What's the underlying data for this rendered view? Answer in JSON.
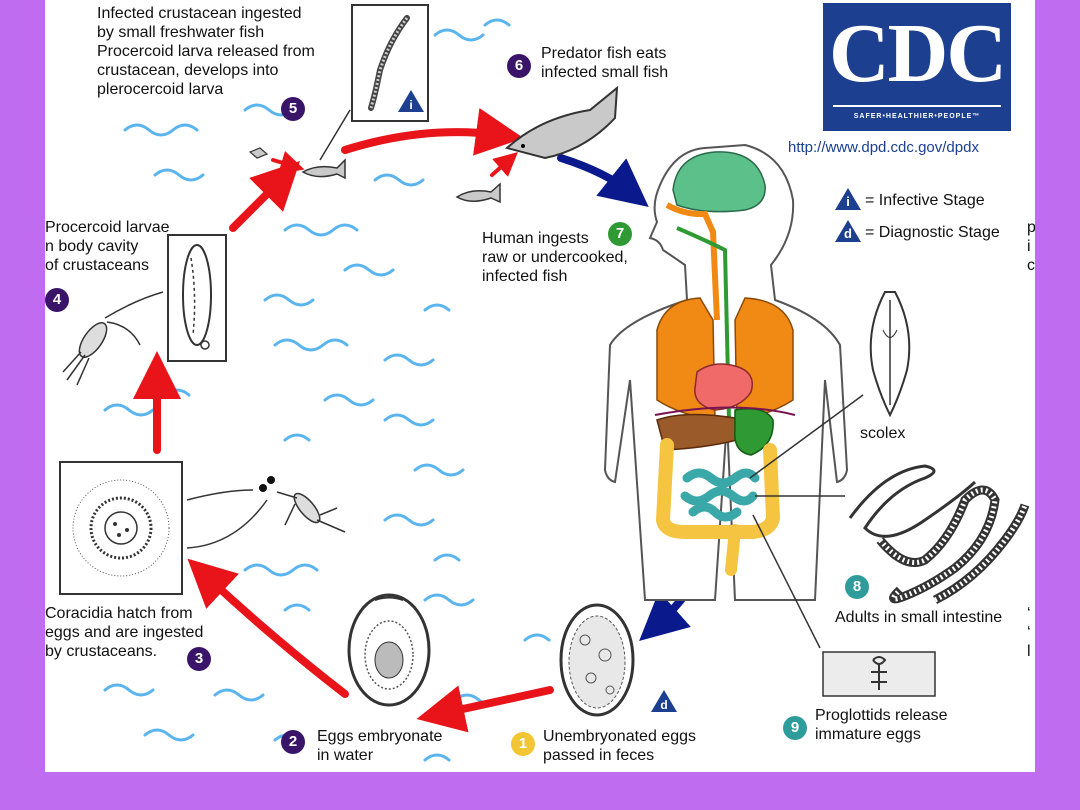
{
  "logo": {
    "wordmark": "CDC",
    "tagline": "SAFER•HEALTHIER•PEOPLE™",
    "url": "http://www.dpd.cdc.gov/dpdx"
  },
  "legend": {
    "infective": {
      "letter": "i",
      "label": "= Infective Stage"
    },
    "diagnostic": {
      "letter": "d",
      "label": "= Diagnostic Stage"
    }
  },
  "steps": [
    {
      "number": "1",
      "text": "Unembryonated eggs\npassed in feces",
      "color": "#f2c532"
    },
    {
      "number": "2",
      "text": "Eggs embryonate\nin water",
      "color": "#3a1468"
    },
    {
      "number": "3",
      "text": "Coracidia hatch from\neggs and are ingested\nby crustaceans.",
      "color": "#3a1468"
    },
    {
      "number": "4",
      "text": "Procercoid larvae\nn body cavity\nof crustaceans",
      "color": "#3a1468"
    },
    {
      "number": "5",
      "text": "Infected crustacean ingested\nby small freshwater fish\nProcercoid larva released from\ncrustacean, develops into\nplerocercoid larva",
      "color": "#3a1468"
    },
    {
      "number": "6",
      "text": "Predator fish eats\ninfected small fish",
      "color": "#3a1468"
    },
    {
      "number": "7",
      "text": "Human ingests\nraw or undercooked,\ninfected fish",
      "color": "#2f9a33"
    },
    {
      "number": "8",
      "text": "Adults in small intestine",
      "color": "#2f9c9c"
    },
    {
      "number": "9",
      "text": "Proglottids release\nimmature eggs",
      "color": "#2f9c9c"
    }
  ],
  "labels": {
    "scolex": "scolex"
  },
  "edge_fragments": {
    "frag_a": "p\ni\nc",
    "frag_b": "‘\n‘\nl"
  },
  "colors": {
    "page_background": "#c06cf0",
    "red_arrow": "#e8141a",
    "blue_arrow": "#0a1a8c",
    "water": "#5ab4ee",
    "brain": "#5cc08a",
    "lungs": "#f08a14",
    "heart": "#f06a6a",
    "liver": "#9a5a2a",
    "stomach": "#2f9a33",
    "colon": "#f5c542",
    "small_intestine": "#3aa8a8",
    "esophagus": "#2f9a33",
    "airway": "#f08a14"
  }
}
